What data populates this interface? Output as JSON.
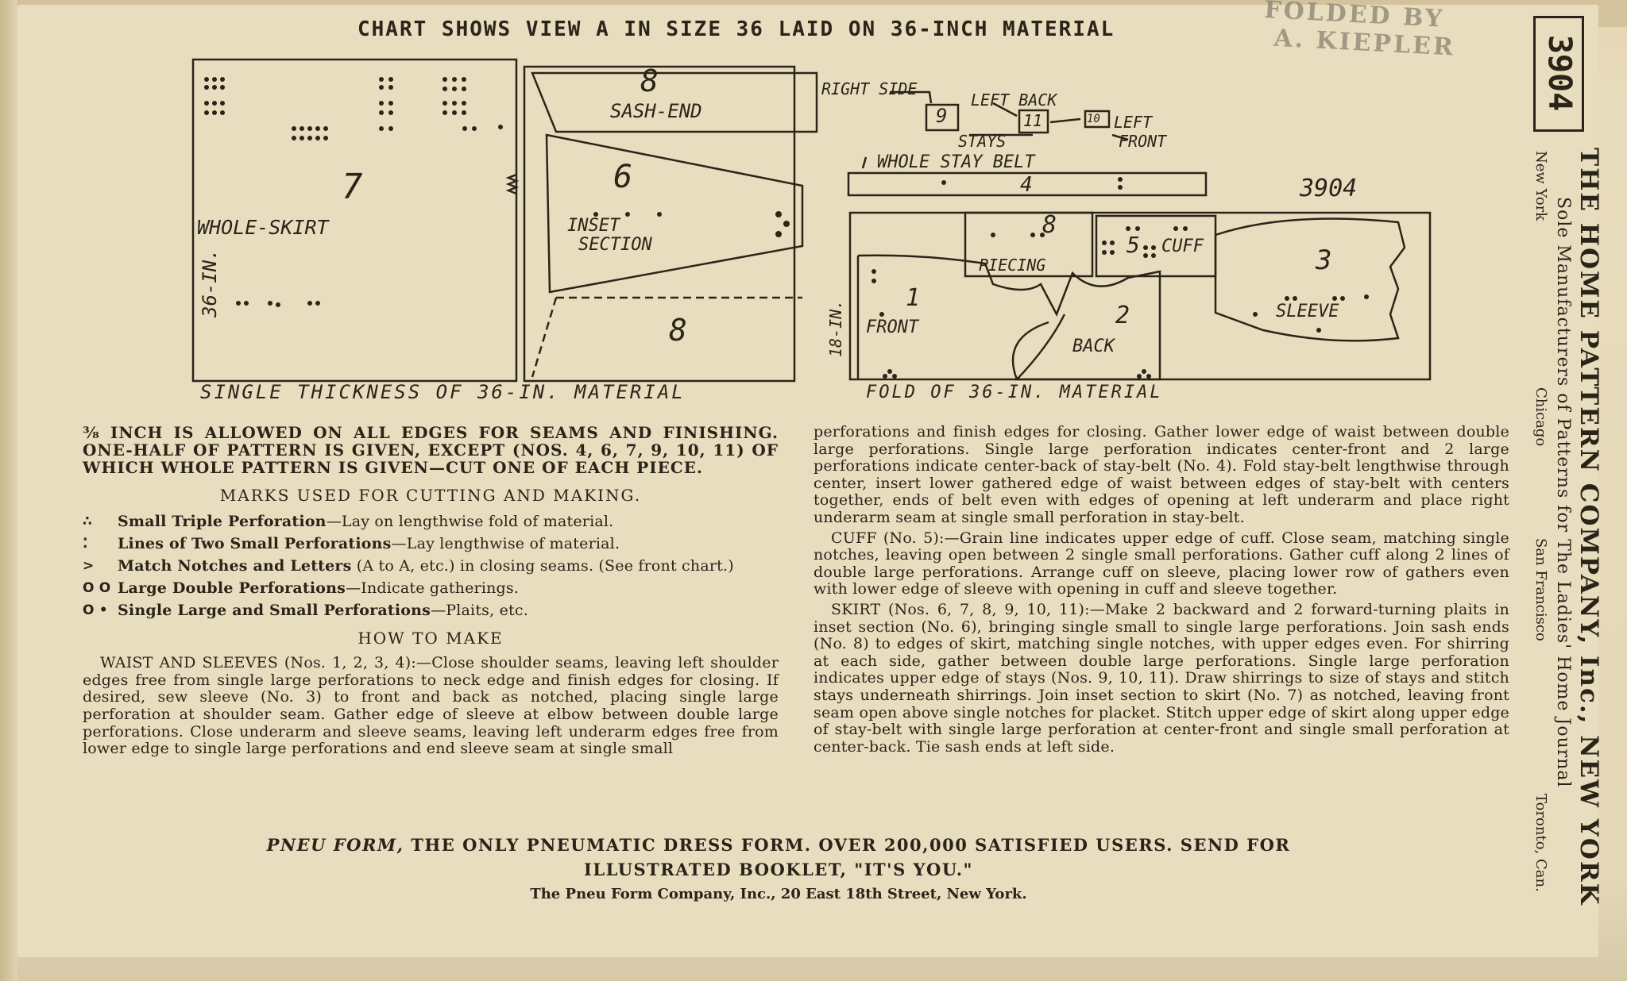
{
  "header": {
    "chart_title": "CHART SHOWS VIEW A IN SIZE 36 LAID ON 36-INCH MATERIAL",
    "stamp_line1": "FOLDED BY",
    "stamp_line2": "A. KIEPLER",
    "pattern_number": "3904"
  },
  "left_chart": {
    "side_label": "36-IN.",
    "bottom_label": "SINGLE THICKNESS OF 36-IN. MATERIAL",
    "pieces": [
      {
        "num": "7",
        "name": "WHOLE-SKIRT"
      },
      {
        "num": "8",
        "name": "SASH-END"
      },
      {
        "num": "6",
        "name_line1": "INSET",
        "name_line2": "SECTION"
      },
      {
        "num": "8",
        "name": ""
      }
    ]
  },
  "right_chart": {
    "pattern_number": "3904",
    "side_label": "18-IN.",
    "bottom_label": "FOLD OF 36-IN. MATERIAL",
    "stays": {
      "right_side": "RIGHT SIDE",
      "left_back": "LEFT BACK",
      "stays_label": "STAYS",
      "left_front_line1": "LEFT",
      "left_front_line2": "FRONT",
      "num_right": "9",
      "num_left_back": "11",
      "num_left_front": "10"
    },
    "belt": {
      "label": "WHOLE STAY BELT",
      "num": "4"
    },
    "pieces": [
      {
        "num": "8",
        "name": "PIECING"
      },
      {
        "num": "5",
        "name": "CUFF"
      },
      {
        "num": "3",
        "name": "SLEEVE"
      },
      {
        "num": "1",
        "name": "FRONT"
      },
      {
        "num": "2",
        "name": "BACK"
      }
    ]
  },
  "company": {
    "name": "THE HOME PATTERN COMPANY, Inc., NEW YORK",
    "subtitle": "Sole Manufacturers of Patterns for The Ladies' Home Journal",
    "cities_new_york": "New York",
    "cities_chicago": "Chicago",
    "cities_sf": "San Francisco",
    "cities_toronto": "Toronto, Can."
  },
  "left_column": {
    "intro": "⅜ INCH IS ALLOWED ON ALL EDGES FOR SEAMS AND FINISHING. ONE-HALF OF PATTERN IS GIVEN, EXCEPT (NOS. 4, 6, 7, 9, 10, 11) OF WHICH WHOLE PATTERN IS GIVEN—CUT ONE OF EACH PIECE.",
    "marks_heading": "MARKS USED FOR CUTTING AND MAKING.",
    "marks": [
      {
        "symbol": "∴",
        "name": "Small Triple Perforation",
        "desc": "—Lay on lengthwise fold of material."
      },
      {
        "symbol": "⁚",
        "name": "Lines of Two Small Perforations",
        "desc": "—Lay lengthwise of material."
      },
      {
        "symbol": ">",
        "name": "Match Notches and Letters",
        "desc": " (A to A, etc.) in closing seams. (See front chart.)"
      },
      {
        "symbol": "O O",
        "name": "Large Double Perforations",
        "desc": "—Indicate gatherings."
      },
      {
        "symbol": "O •",
        "name": "Single Large and Small Perforations",
        "desc": "—Plaits, etc."
      }
    ],
    "how_heading": "HOW TO MAKE",
    "waist_text": "WAIST AND SLEEVES (Nos. 1, 2, 3, 4):—Close shoulder seams, leaving left shoulder edges free from single large perforations to neck edge and finish edges for closing. If desired, sew sleeve (No. 3) to front and back as notched, placing single large perforation at shoulder seam. Gather edge of sleeve at elbow between double large perforations. Close underarm and sleeve seams, leaving left underarm edges free from lower edge to single large perforations and end sleeve seam at single small"
  },
  "right_column": {
    "para1": "perforations and finish edges for closing. Gather lower edge of waist between double large perforations. Single large perforation indicates center-front and 2 large perforations indicate center-back of stay-belt (No. 4). Fold stay-belt lengthwise through center, insert lower gathered edge of waist between edges of stay-belt with centers together, ends of belt even with edges of opening at left underarm and place right underarm seam at single small perforation in stay-belt.",
    "para2": "CUFF (No. 5):—Grain line indicates upper edge of cuff. Close seam, matching single notches, leaving open between 2 single small perforations. Gather cuff along 2 lines of double large perforations. Arrange cuff on sleeve, placing lower row of gathers even with lower edge of sleeve with opening in cuff and sleeve together.",
    "para3": "SKIRT (Nos. 6, 7, 8, 9, 10, 11):—Make 2 backward and 2 forward-turning plaits in inset section (No. 6), bringing single small to single large perforations. Join sash ends (No. 8) to edges of skirt, matching single notches, with upper edges even. For shirring at each side, gather between double large perforations. Single large perforation indicates upper edge of stays (Nos. 9, 10, 11). Draw shirrings to size of stays and stitch stays underneath shirrings. Join inset section to skirt (No. 7) as notched, leaving front seam open above single notches for placket. Stitch upper edge of skirt along upper edge of stay-belt with single large perforation at center-front and single small perforation at center-back. Tie sash ends at left side."
  },
  "footer": {
    "brand": "PNEU FORM,",
    "line1_rest": " THE ONLY PNEUMATIC DRESS FORM. OVER 200,000 SATISFIED USERS. SEND FOR",
    "line2": "ILLUSTRATED BOOKLET, \"IT'S YOU.\"",
    "line3": "The Pneu Form Company, Inc., 20 East 18th Street, New York."
  }
}
